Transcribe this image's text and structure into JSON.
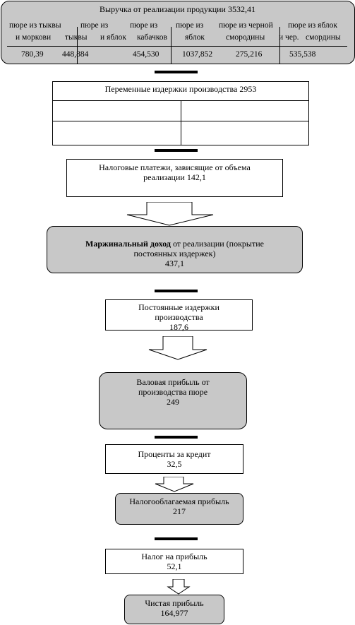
{
  "revenue": {
    "title": "Выручка от реализации продукции 3532,41",
    "header_row1": [
      "пюре из тыквы",
      "пюре из",
      "пюре из",
      "пюре из",
      "пюре из черной",
      "пюре из яблок"
    ],
    "header_row2": [
      "и моркови",
      "тыквы",
      "и яблок",
      "кабачков",
      "яблок",
      "смородины",
      "и чер.",
      "смордины"
    ],
    "values": [
      "780,39",
      "448,884",
      "454,530",
      "1037,852",
      "275,216",
      "535,538"
    ]
  },
  "variable_costs": {
    "label": "Переменные издержки производства  2953"
  },
  "tax_payments": {
    "line1": "Налоговые платежи, зависящие от объема",
    "line2": "реализации  142,1"
  },
  "marginal_income": {
    "bold": "Маржинальный доход",
    "rest": " от реализации (покрытие",
    "line2": "постоянных издержек)",
    "value": "437,1"
  },
  "fixed_costs": {
    "line1": "Постоянные издержки",
    "line2": "производства",
    "value": "187,6"
  },
  "gross_profit": {
    "line1": "Валовая прибыль от",
    "line2": "производства пюре",
    "value": "249"
  },
  "interest": {
    "line1": "Проценты за кредит",
    "value": "32,5"
  },
  "taxable_profit": {
    "line1": "Налогооблагаемая прибыль",
    "value": "217"
  },
  "profit_tax": {
    "line1": "Налог на прибыль",
    "value": "52,1"
  },
  "net_profit": {
    "line1": "Чистая прибыль",
    "value": "164,977"
  }
}
